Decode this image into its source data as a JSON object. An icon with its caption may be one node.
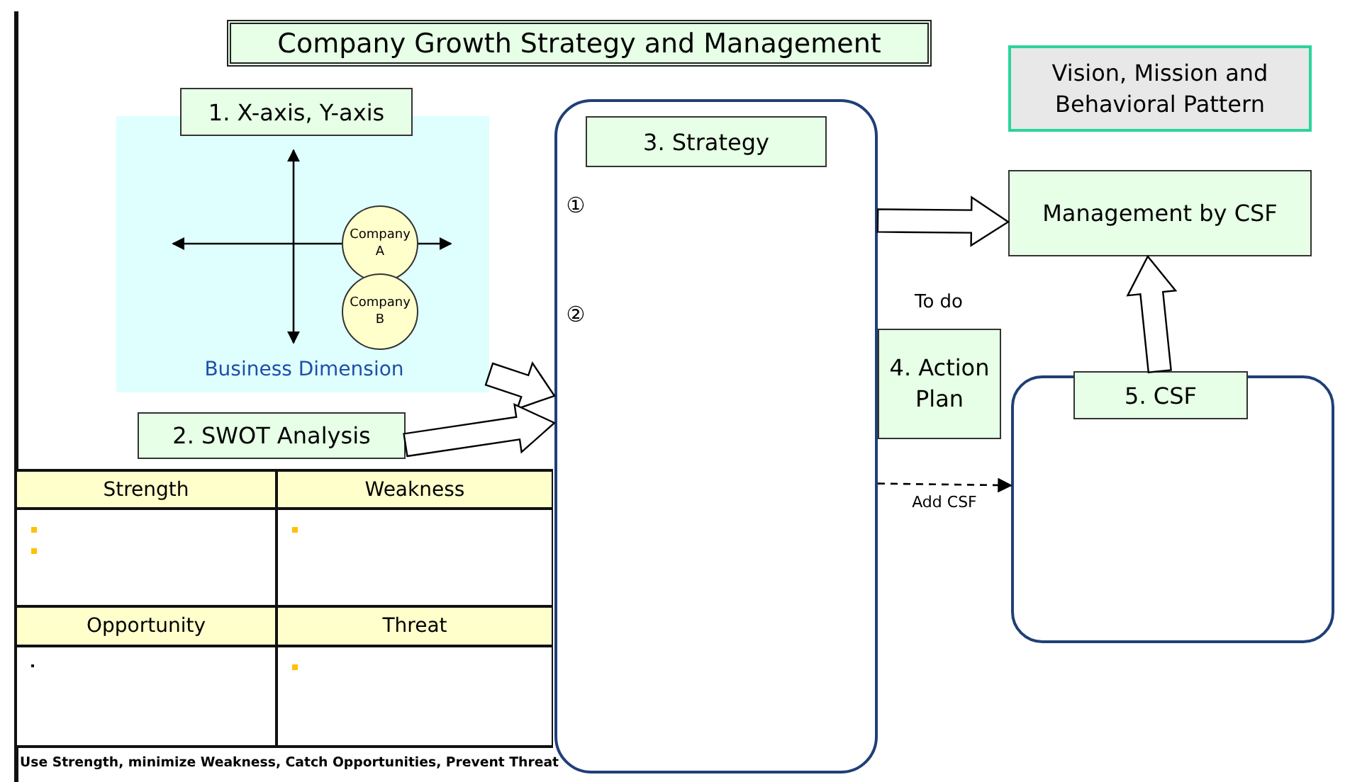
{
  "diagram": {
    "title": "Company Growth Strategy and Management",
    "nodes": [
      {
        "text": [
          "Vision, Mission and Behavioral Pattern"
        ]
      },
      {
        "text": [
          "1. X-axis, Y-axis",
          "Business Dimension"
        ]
      },
      {
        "text": [
          "Company A"
        ],
        "in": 1
      },
      {
        "text": [
          "Company B"
        ],
        "in": 1
      },
      {
        "text": [
          "2. SWOT Analysis"
        ]
      },
      {
        "text": [
          "3. Strategy",
          "①",
          "②"
        ]
      },
      {
        "text": [
          "Management by CSF"
        ]
      },
      {
        "text": [
          "4. Action Plan"
        ],
        "beside": [
          "To do"
        ]
      },
      {
        "text": [
          "5. CSF"
        ]
      }
    ],
    "edges": [
      {
        "from": 1,
        "to": 5,
        "arrow": "to"
      },
      {
        "from": 4,
        "to": 5,
        "arrow": "to"
      },
      {
        "from": 5,
        "to": 6,
        "arrow": "to"
      },
      {
        "from": 8,
        "to": 6,
        "arrow": "to"
      },
      {
        "from": 5,
        "to": 8,
        "arrow": "to",
        "label": "Add CSF",
        "style": "dashed"
      }
    ],
    "labels": [
      "Strength",
      "Weakness",
      "Opportunity",
      "Threat",
      "Use Strength, minimize Weakness, Catch Opportunities, Prevent Threat"
    ]
  }
}
